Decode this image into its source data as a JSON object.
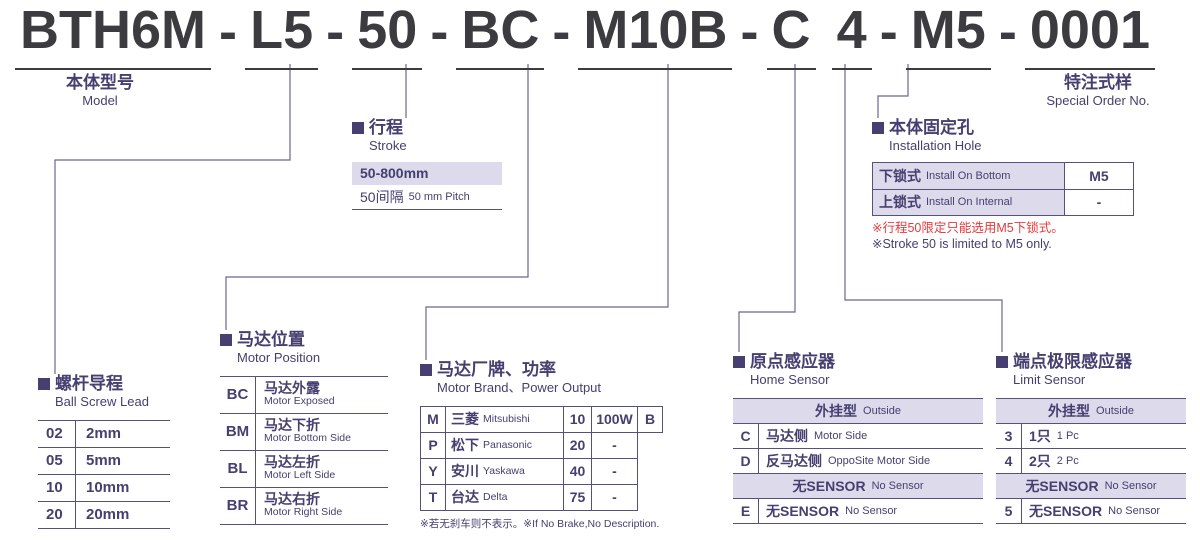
{
  "colors": {
    "accent_indigo": "#454070",
    "code_dark": "#3b3b40",
    "lavender_fill": "#dcdaeb",
    "table_border": "#55517a",
    "note_red": "#e8383d"
  },
  "code": {
    "parts": [
      {
        "text": "BTH6M",
        "sep": "-"
      },
      {
        "text": "L5",
        "sep": "-"
      },
      {
        "text": "50",
        "sep": "-"
      },
      {
        "text": "BC",
        "sep": "-"
      },
      {
        "text": "M10B",
        "sep": "-"
      },
      {
        "text": "C",
        "sep": ""
      },
      {
        "text": "4",
        "sep": "-"
      },
      {
        "text": "M5",
        "sep": "-"
      },
      {
        "text": "0001",
        "sep": ""
      }
    ]
  },
  "model": {
    "zh": "本体型号",
    "en": "Model"
  },
  "special_order": {
    "zh": "特注式样",
    "en": "Special Order No."
  },
  "stroke": {
    "zh": "行程",
    "en": "Stroke",
    "range": "50-800mm",
    "pitch_zh": "50间隔",
    "pitch_en": "50 mm Pitch"
  },
  "installation_hole": {
    "zh": "本体固定孔",
    "en": "Installation Hole",
    "rows": [
      {
        "zh": "下锁式",
        "en": "Install On Bottom",
        "value": "M5"
      },
      {
        "zh": "上锁式",
        "en": "Install On Internal",
        "value": "-"
      }
    ],
    "note_zh": "※行程50限定只能选用M5下锁式。",
    "note_en": "※Stroke 50 is limited to M5 only."
  },
  "ball_screw_lead": {
    "zh": "螺杆导程",
    "en": "Ball Screw Lead",
    "rows": [
      {
        "code": "02",
        "value": "2mm"
      },
      {
        "code": "05",
        "value": "5mm"
      },
      {
        "code": "10",
        "value": "10mm"
      },
      {
        "code": "20",
        "value": "20mm"
      }
    ]
  },
  "motor_position": {
    "zh": "马达位置",
    "en": "Motor Position",
    "rows": [
      {
        "code": "BC",
        "zh": "马达外露",
        "en": "Motor Exposed"
      },
      {
        "code": "BM",
        "zh": "马达下折",
        "en": "Motor Bottom Side"
      },
      {
        "code": "BL",
        "zh": "马达左折",
        "en": "Motor Left Side"
      },
      {
        "code": "BR",
        "zh": "马达右折",
        "en": "Motor Right Side"
      }
    ]
  },
  "motor_brand": {
    "zh": "马达厂牌、功率",
    "en": "Motor Brand、Power Output",
    "rows": [
      {
        "code": "M",
        "brand_zh": "三菱",
        "brand_en": "Mitsubishi",
        "power_code": "10",
        "power": "100W",
        "brake": "B"
      },
      {
        "code": "P",
        "brand_zh": "松下",
        "brand_en": "Panasonic",
        "power_code": "20",
        "power": "-",
        "brake": ""
      },
      {
        "code": "Y",
        "brand_zh": "安川",
        "brand_en": "Yaskawa",
        "power_code": "40",
        "power": "-",
        "brake": ""
      },
      {
        "code": "T",
        "brand_zh": "台达",
        "brand_en": "Delta",
        "power_code": "75",
        "power": "-",
        "brake": ""
      }
    ],
    "note": "※若无刹车则不表示。※If No Brake,No Description."
  },
  "home_sensor": {
    "zh": "原点感应器",
    "en": "Home Sensor",
    "header1_zh": "外挂型",
    "header1_en": "Outside",
    "rows": [
      {
        "code": "C",
        "zh": "马达侧",
        "en": "Motor Side"
      },
      {
        "code": "D",
        "zh": "反马达侧",
        "en": "OppoSite Motor Side"
      }
    ],
    "header2_zh": "无SENSOR",
    "header2_en": "No Sensor",
    "rows2": [
      {
        "code": "E",
        "zh": "无SENSOR",
        "en": "No Sensor"
      }
    ]
  },
  "limit_sensor": {
    "zh": "端点极限感应器",
    "en": "Limit Sensor",
    "header1_zh": "外挂型",
    "header1_en": "Outside",
    "rows": [
      {
        "code": "3",
        "zh": "1只",
        "en": "1 Pc"
      },
      {
        "code": "4",
        "zh": "2只",
        "en": "2 Pc"
      }
    ],
    "header2_zh": "无SENSOR",
    "header2_en": "No Sensor",
    "rows2": [
      {
        "code": "5",
        "zh": "无SENSOR",
        "en": "No Sensor"
      }
    ]
  }
}
